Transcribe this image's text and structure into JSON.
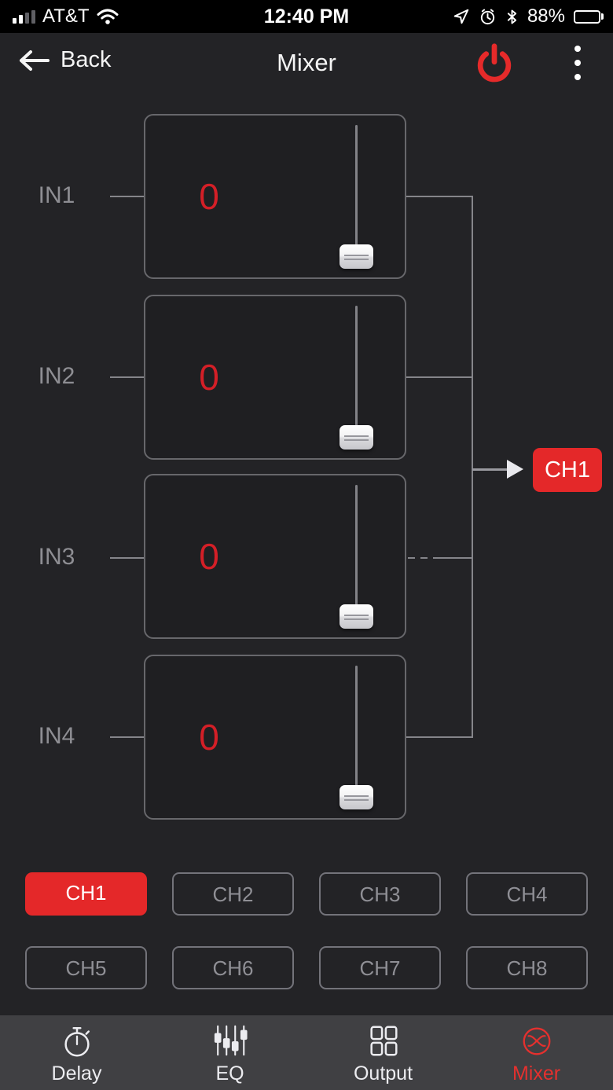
{
  "status_bar": {
    "carrier": "AT&T",
    "time": "12:40 PM",
    "battery": "88%"
  },
  "header": {
    "back": "Back",
    "title": "Mixer"
  },
  "mixer": {
    "inputs": [
      {
        "label": "IN1",
        "value": "0"
      },
      {
        "label": "IN2",
        "value": "0"
      },
      {
        "label": "IN3",
        "value": "0"
      },
      {
        "label": "IN4",
        "value": "0"
      }
    ],
    "output_node": {
      "label": "CH1"
    }
  },
  "channel_selector": {
    "buttons": [
      {
        "label": "CH1",
        "active": true
      },
      {
        "label": "CH2",
        "active": false
      },
      {
        "label": "CH3",
        "active": false
      },
      {
        "label": "CH4",
        "active": false
      },
      {
        "label": "CH5",
        "active": false
      },
      {
        "label": "CH6",
        "active": false
      },
      {
        "label": "CH7",
        "active": false
      },
      {
        "label": "CH8",
        "active": false
      }
    ]
  },
  "tab_bar": {
    "tabs": [
      {
        "label": "Delay",
        "icon": "stopwatch-icon",
        "active": false
      },
      {
        "label": "EQ",
        "icon": "eq-sliders-icon",
        "active": false
      },
      {
        "label": "Output",
        "icon": "grid-icon",
        "active": false
      },
      {
        "label": "Mixer",
        "icon": "mixer-icon",
        "active": true
      }
    ]
  },
  "colors": {
    "accent_red": "#e42829",
    "value_red": "#d41f27",
    "line_gray": "#85858a",
    "tab_bar_bg": "#404043",
    "page_bg": "#232326"
  }
}
